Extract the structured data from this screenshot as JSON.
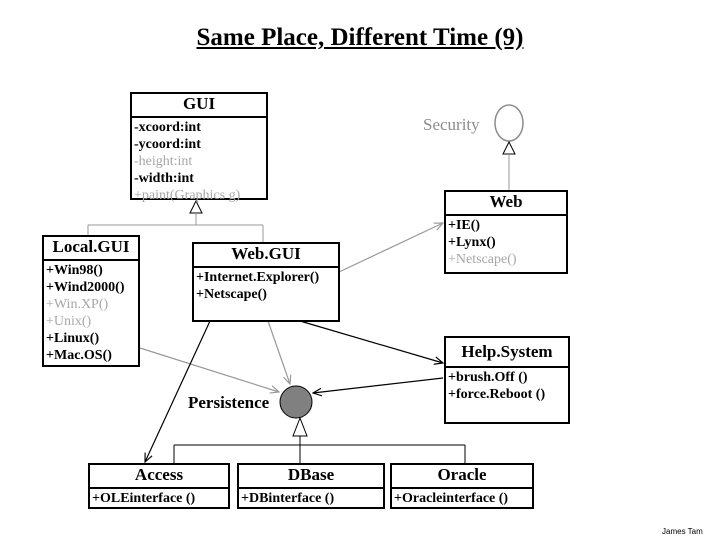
{
  "title": "Same Place, Different Time (9)",
  "colors": {
    "line": "#000000",
    "assoc_line": "#999999",
    "dim_text": "#a6a6a6",
    "interface_fill": "#808080"
  },
  "classes": {
    "gui": {
      "name": "GUI",
      "attributes": [
        {
          "text": "-xcoord:int",
          "dim": false
        },
        {
          "text": "-ycoord:int",
          "dim": false
        },
        {
          "text": "-height:int",
          "dim": true
        },
        {
          "text": "-width:int",
          "dim": false
        },
        {
          "text": "+paint(Graphics g)",
          "dim": true
        }
      ]
    },
    "local_gui": {
      "name": "Local.GUI",
      "methods": [
        {
          "text": "+Win98()",
          "dim": false
        },
        {
          "text": "+Wind2000()",
          "dim": false
        },
        {
          "text": "+Win.XP()",
          "dim": true
        },
        {
          "text": "+Unix()",
          "dim": true
        },
        {
          "text": "+Linux()",
          "dim": false
        },
        {
          "text": "+Mac.OS()",
          "dim": false
        }
      ]
    },
    "web_gui": {
      "name": "Web.GUI",
      "methods": [
        {
          "text": "+Internet.Explorer()",
          "dim": false
        },
        {
          "text": "+Netscape()",
          "dim": false
        }
      ]
    },
    "web": {
      "name": "Web",
      "methods": [
        {
          "text": "+IE()",
          "dim": false
        },
        {
          "text": "+Lynx()",
          "dim": false
        },
        {
          "text": "+Netscape()",
          "dim": true
        }
      ]
    },
    "help_system": {
      "name": "Help.System",
      "methods": [
        {
          "text": "+brush.Off ()",
          "dim": false
        },
        {
          "text": "+force.Reboot ()",
          "dim": false
        }
      ]
    },
    "access": {
      "name": "Access",
      "methods": [
        {
          "text": "+OLEinterface ()",
          "dim": false
        }
      ]
    },
    "dbase": {
      "name": "DBase",
      "methods": [
        {
          "text": "+DBinterface ()",
          "dim": false
        }
      ]
    },
    "oracle": {
      "name": "Oracle",
      "methods": [
        {
          "text": "+Oracleinterface ()",
          "dim": false
        }
      ]
    }
  },
  "interfaces": {
    "security": "Security",
    "persistence": "Persistence"
  },
  "footer": "James Tam"
}
